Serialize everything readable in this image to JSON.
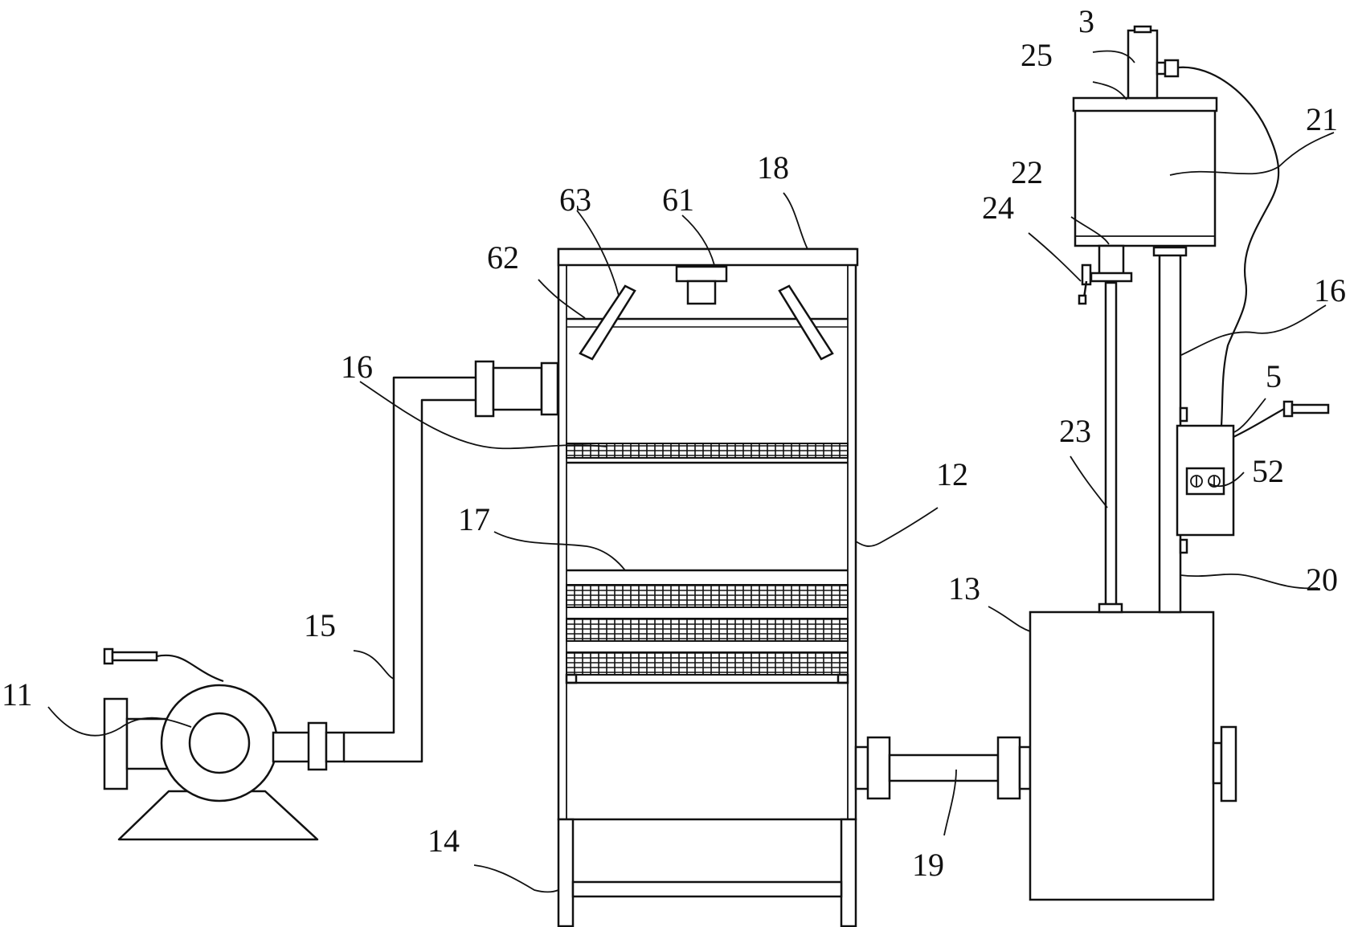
{
  "labels": {
    "l3": "3",
    "l25": "25",
    "l21": "21",
    "l22": "22",
    "l24": "24",
    "l18": "18",
    "l63": "63",
    "l61": "61",
    "l62": "62",
    "l16a": "16",
    "l16b": "16",
    "l5": "5",
    "l52": "52",
    "l23": "23",
    "l12": "12",
    "l17": "17",
    "l13": "13",
    "l20": "20",
    "l15": "15",
    "l11": "11",
    "l14": "14",
    "l19": "19"
  }
}
